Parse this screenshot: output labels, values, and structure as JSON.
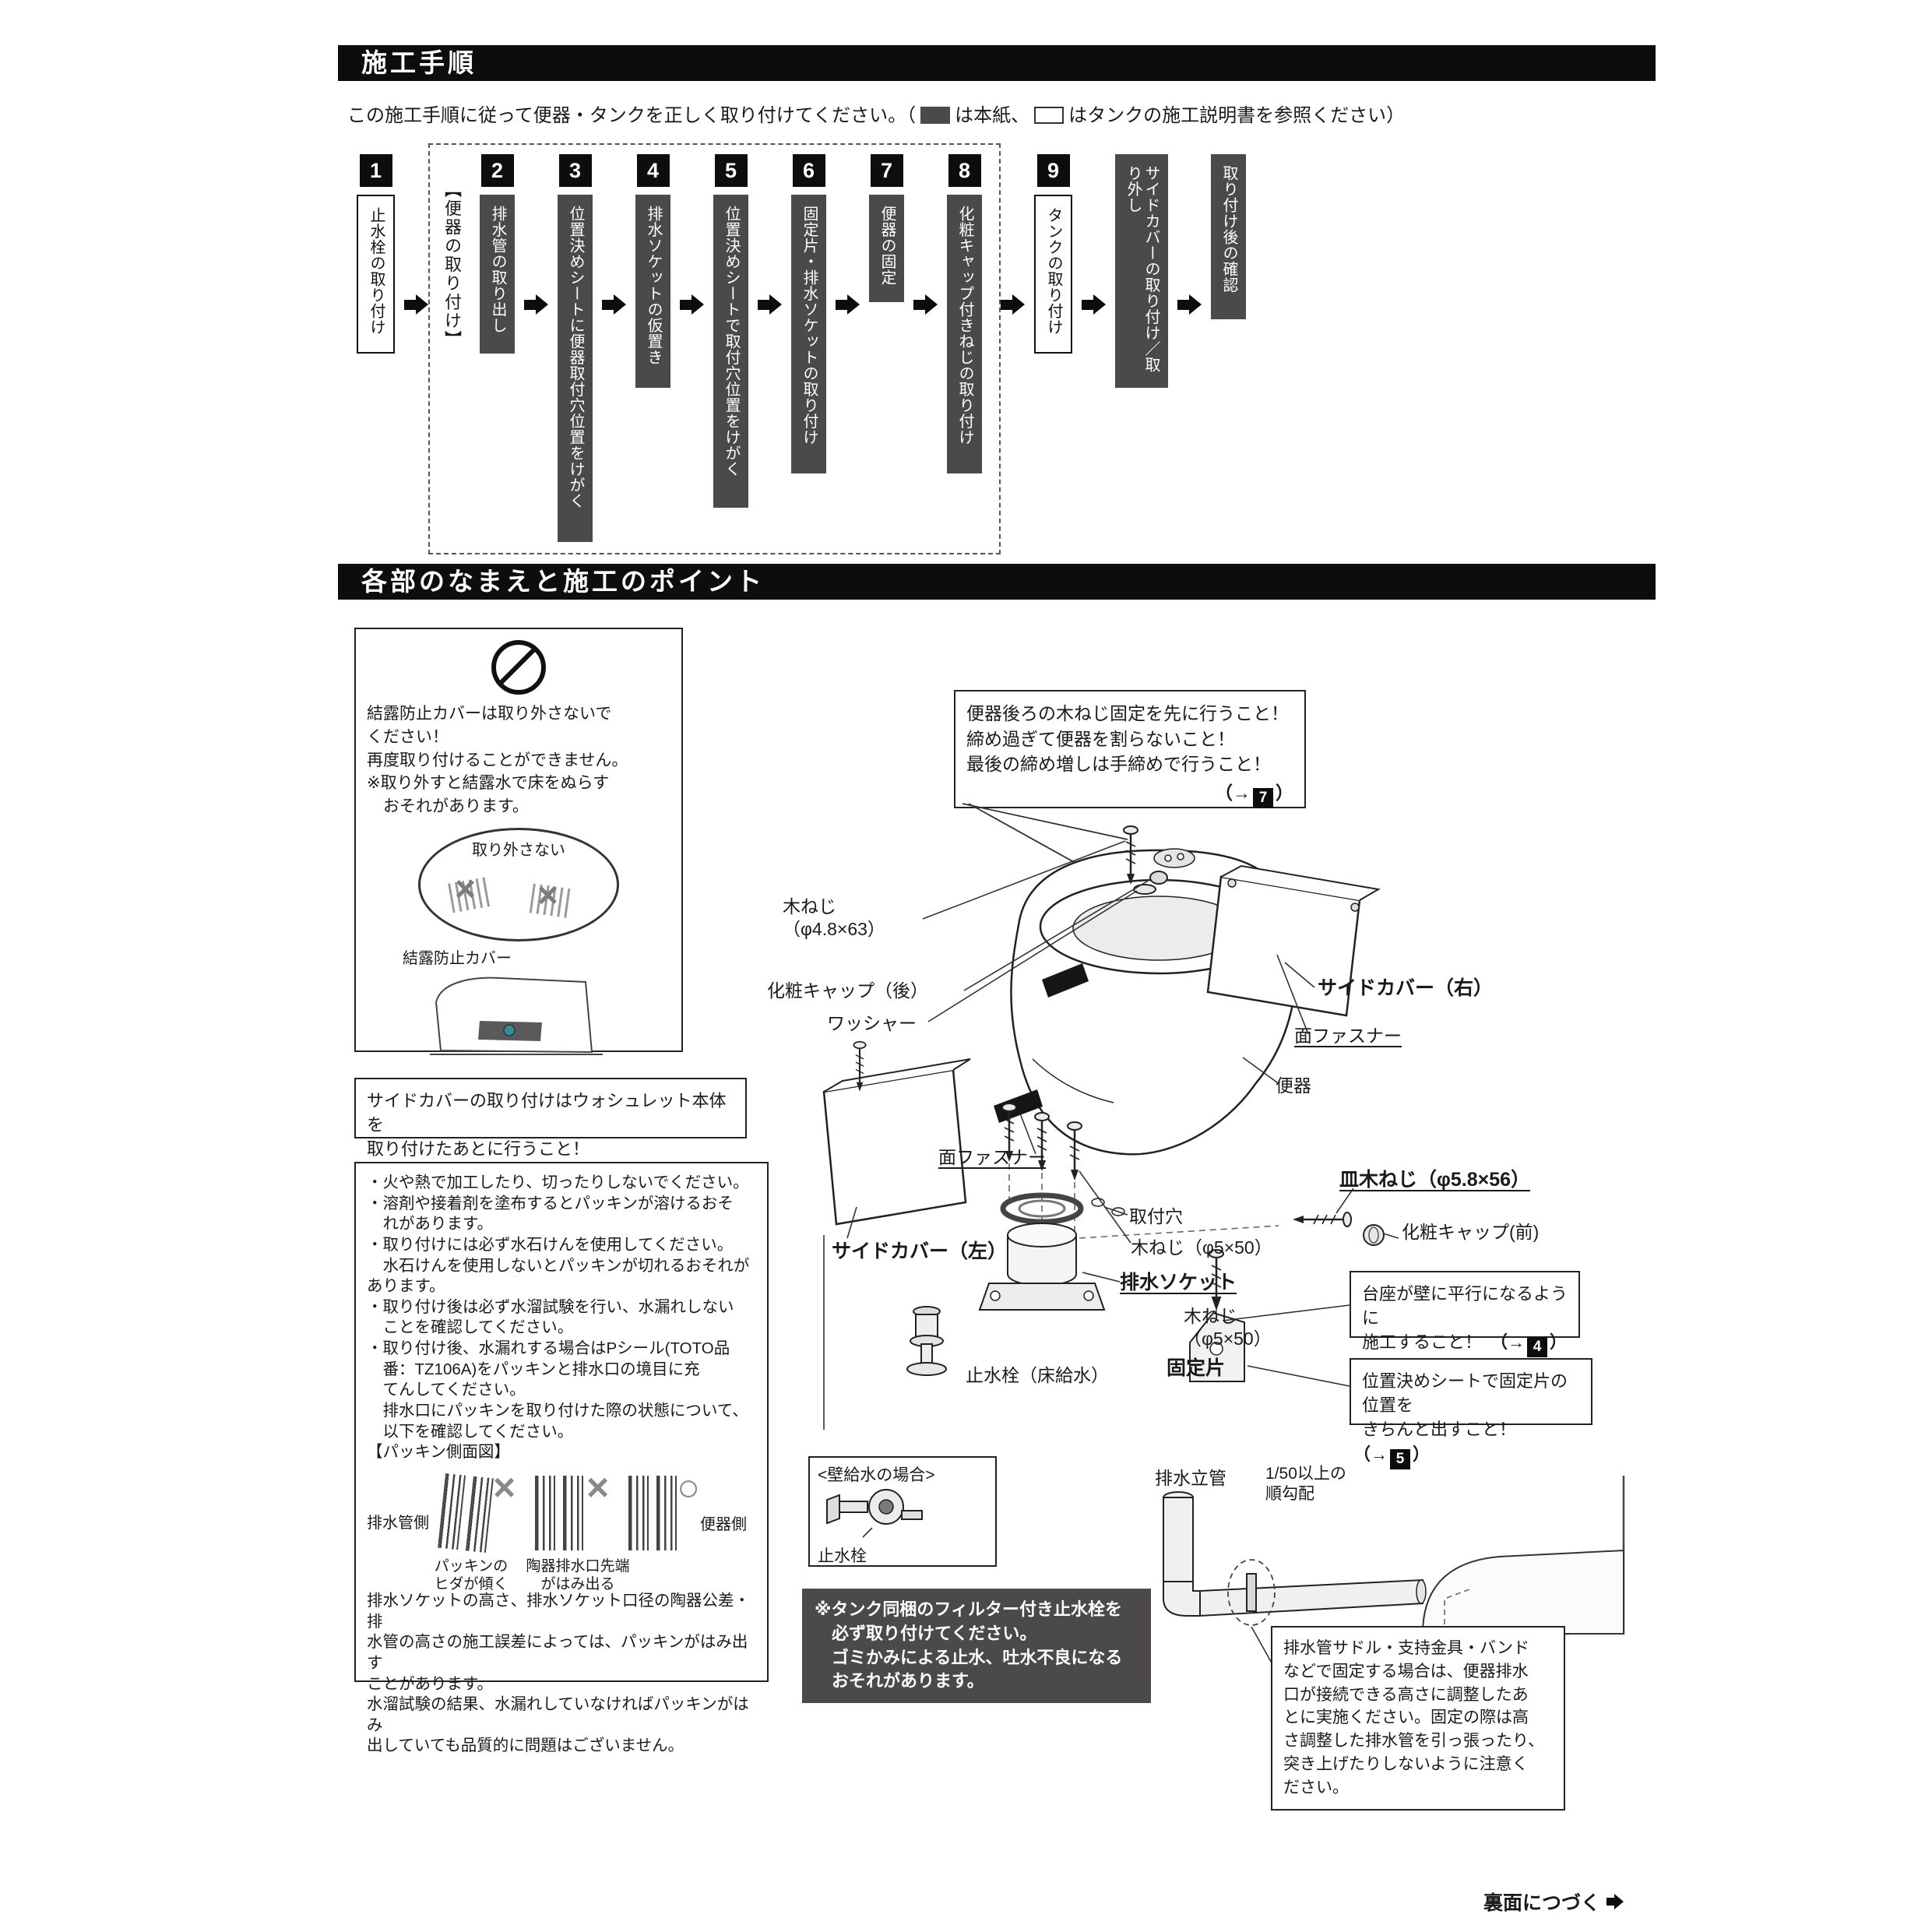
{
  "page": {
    "section1_title": "施工手順",
    "section2_title": "各部のなまえと施工のポイント",
    "footer_text": "裏面につづく",
    "ref_open": "（",
    "ref_close": "）",
    "ref_arrow": "→",
    "colors": {
      "header_bg": "#0d0d0d",
      "step_dark_bg": "#4b4949"
    }
  },
  "intro": {
    "pre": "この施工手順に従って便器・タンクを正しく取り付けてください。（",
    "mid": "は本紙、",
    "post": "はタンクの施工説明書を参照ください）"
  },
  "flowchart": {
    "group_label": "【便器の取り付け】",
    "steps": [
      {
        "num": "1",
        "label": "止水栓の取り付け",
        "variant": "light",
        "group": false
      },
      {
        "num": "2",
        "label": "排水管の取り出し",
        "variant": "dark",
        "group": true
      },
      {
        "num": "3",
        "label": "位置決めシートに便器取付穴位置をけがく",
        "variant": "dark",
        "group": true
      },
      {
        "num": "4",
        "label": "排水ソケットの仮置き",
        "variant": "dark",
        "group": true
      },
      {
        "num": "5",
        "label": "位置決めシートで取付穴位置をけがく",
        "variant": "dark",
        "group": true
      },
      {
        "num": "6",
        "label": "固定片・排水ソケットの取り付け",
        "variant": "dark",
        "group": true
      },
      {
        "num": "7",
        "label": "便器の固定",
        "variant": "dark",
        "group": true
      },
      {
        "num": "8",
        "label": "化粧キャップ付きねじの取り付け",
        "variant": "dark",
        "group": true
      },
      {
        "num": "9",
        "label": "タンクの取り付け",
        "variant": "light",
        "group": false
      },
      {
        "num": "",
        "label": "サイドカバーの取り付け／取り外し",
        "variant": "dark",
        "group": false
      },
      {
        "num": "",
        "label": "取り付け後の確認",
        "variant": "dark",
        "group": false
      }
    ]
  },
  "condensation_note": {
    "text": "結露防止カバーは取り外さないで\nください！\n再度取り付けることができません。\n※取り外すと結露水で床をぬらす\n　おそれがあります。",
    "label_no_remove": "取り外さない",
    "label_cover": "結露防止カバー",
    "mark": "×"
  },
  "screw_note": {
    "text": "便器後ろの木ねじ固定を先に行うこと！\n締め過ぎて便器を割らないこと！\n最後の締め増しは手締めで行うこと！",
    "ref": "7"
  },
  "part_labels": {
    "wood_screw_rear": "木ねじ\n（φ4.8×63）",
    "cap_rear": "化粧キャップ（後）",
    "washer": "ワッシャー",
    "side_cover_right": "サイドカバー（右）",
    "fastener_right": "面ファスナー",
    "toilet": "便器",
    "fastener_left": "面ファスナー",
    "side_cover_left": "サイドカバー（左）",
    "mount_hole": "取付穴",
    "wood_screw_mid": "木ねじ（φ5×50）",
    "drain_socket": "排水ソケット",
    "flat_screw": "皿木ねじ（φ5.8×56）",
    "cap_front": "化粧キャップ(前)",
    "wood_screw_fix": "木ねじ\n（φ5×50）",
    "fixing_piece": "固定片",
    "stop_valve_floor": "止水栓（床給水）"
  },
  "side_cover_note": "サイドカバーの取り付けはウォシュレット本体を\n取り付けたあとに行うこと！",
  "precautions": {
    "bullets": "・火や熱で加工したり、切ったりしないでください。\n・溶剤や接着剤を塗布するとパッキンが溶けるおそ\n　れがあります。\n・取り付けには必ず水石けんを使用してください。\n　水石けんを使用しないとパッキンが切れるおそれがあります。\n・取り付け後は必ず水溜試験を行い、水漏れしない\n　ことを確認してください。\n・取り付け後、水漏れする場合はPシール(TOTO品\n　番：TZ106A)をパッキンと排水口の境目に充\n　てんしてください。\n　排水口にパッキンを取り付けた際の状態について、\n　以下を確認してください。",
    "fig_title": "【パッキン側面図】",
    "label_drain_side": "排水管側",
    "label_toilet_side": "便器側",
    "caption1": "パッキンの\nヒダが傾く",
    "caption2": "陶器排水口先端\nがはみ出る",
    "mark_ng": "×",
    "mark_ok": "○",
    "tail": "排水ソケットの高さ、排水ソケット口径の陶器公差・排\n水管の高さの施工誤差によっては、パッキンがはみ出す\nことがあります。\n水溜試験の結果、水漏れしていなければパッキンがはみ\n出していても品質的に問題はございません。"
  },
  "callout_pedestal": {
    "text": "台座が壁に平行になるように\n施工すること！　",
    "ref": "4"
  },
  "callout_seat": {
    "text": "位置決めシートで固定片の位置を\nきちんと出すこと！　",
    "ref": "5"
  },
  "wall_supply": {
    "title": "<壁給水の場合>",
    "label": "止水栓"
  },
  "tank_note": "※タンク同梱のフィルター付き止水栓を\n　必ず取り付けてください。\n　ゴミかみによる止水、吐水不良になる\n　おそれがあります。",
  "pipe": {
    "label_standpipe": "排水立管",
    "label_slope": "1/50以上の\n順勾配",
    "note": "排水管サドル・支持金具・バンド\nなどで固定する場合は、便器排水\n口が接続できる高さに調整したあ\nとに実施ください。固定の際は高\nさ調整した排水管を引っ張ったり、\n突き上げたりしないように注意く\nださい。"
  }
}
